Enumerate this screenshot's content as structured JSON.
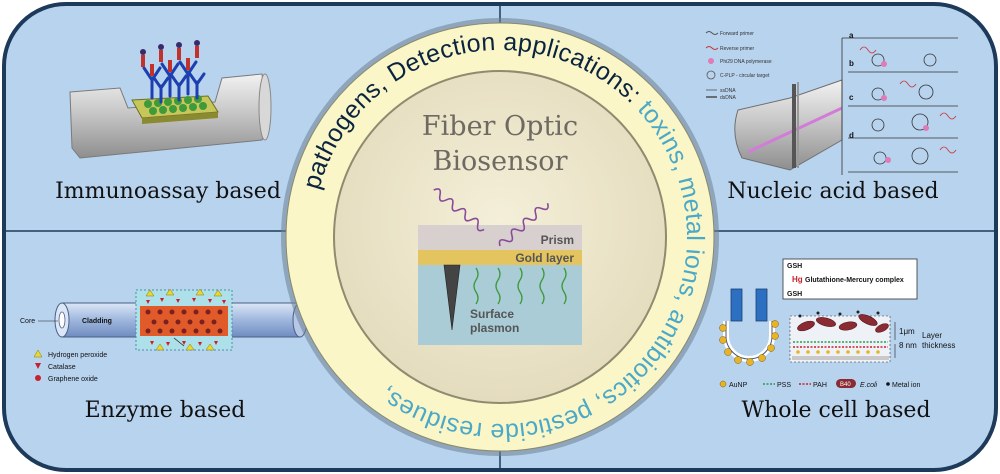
{
  "center": {
    "title_line1": "Fiber Optic",
    "title_line2": "Biosensor",
    "prism_label": "Prism",
    "gold_label": "Gold layer",
    "plasmon_line1": "Surface",
    "plasmon_line2": "plasmon"
  },
  "ring_text": {
    "part1": "pathogens, Detection  applications: ",
    "part2": "toxins, metal ions, antibiotics, pesticide residues, "
  },
  "quadrants": {
    "top_left": {
      "label": "Immunoassay based"
    },
    "top_right": {
      "label": "Nucleic acid based",
      "legend": [
        "Forward primer",
        "Reverse primer",
        "Phi29 DNA polymerase",
        "C-PLP - circular target",
        "ssDNA",
        "dsDNA"
      ],
      "panel_letters": [
        "a",
        "b",
        "c",
        "d"
      ]
    },
    "bottom_left": {
      "label": "Enzyme based",
      "core_label": "Core",
      "cladding_label": "Cladding",
      "legend": [
        "Hydrogen peroxide",
        "Catalase",
        "Graphene oxide"
      ]
    },
    "bottom_right": {
      "label": "Whole cell based",
      "gsh_top": "GSH",
      "hg": "Hg",
      "complex_label": "Glutathione-Mercury complex",
      "gsh_bottom": "GSH",
      "thickness_1": "1μm",
      "thickness_2": "8 nm",
      "layer_line1": "Layer",
      "layer_line2": "thickness",
      "legend": [
        "AuNP",
        "PSS",
        "PAH",
        "E.coli",
        "Metal ion"
      ],
      "ecoli_badge": "B40"
    }
  },
  "colors": {
    "panel_fill": "#b8d3ee",
    "panel_border": "#1e3a5a",
    "ring_fill": "#fbf6c7",
    "ring_text": "#0a2440",
    "ring_text_alt": "#4aa8c8",
    "center_fill": "#ede6cc",
    "gold": "#e3c45e",
    "prism": "#d7d0cf",
    "water": "#a9ccd7"
  }
}
